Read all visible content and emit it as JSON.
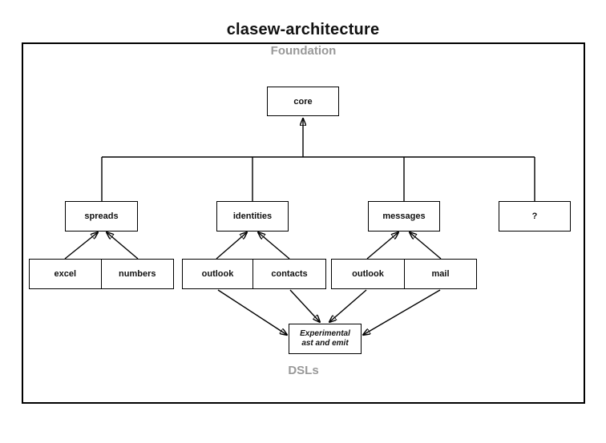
{
  "title": "clasew-architecture",
  "colors": {
    "border": "#000000",
    "zone_label": "#999999",
    "background": "#ffffff"
  },
  "diagram": {
    "foundation_label": "Foundation",
    "dsls_label": "DSLs",
    "nodes": {
      "core": {
        "label": "core"
      },
      "spreads": {
        "label": "spreads"
      },
      "identities": {
        "label": "identities"
      },
      "messages": {
        "label": "messages"
      },
      "unknown": {
        "label": "?"
      },
      "excel": {
        "label": "excel"
      },
      "numbers": {
        "label": "numbers"
      },
      "outlook_identities": {
        "label": "outlook"
      },
      "contacts": {
        "label": "contacts"
      },
      "outlook_messages": {
        "label": "outlook"
      },
      "mail": {
        "label": "mail"
      },
      "experimental": {
        "line1": "Experimental",
        "line2": "ast and emit"
      }
    },
    "edges": [
      {
        "from": "spreads",
        "to": "core",
        "arrow": true
      },
      {
        "from": "identities",
        "to": "core",
        "arrow": true
      },
      {
        "from": "messages",
        "to": "core",
        "arrow": true
      },
      {
        "from": "?",
        "to": "core",
        "arrow": true
      },
      {
        "from": "excel",
        "to": "spreads",
        "arrow": true
      },
      {
        "from": "numbers",
        "to": "spreads",
        "arrow": true
      },
      {
        "from": "outlook (identities)",
        "to": "identities",
        "arrow": true
      },
      {
        "from": "contacts",
        "to": "identities",
        "arrow": true
      },
      {
        "from": "outlook (messages)",
        "to": "messages",
        "arrow": true
      },
      {
        "from": "mail",
        "to": "messages",
        "arrow": true
      },
      {
        "from": "outlook (identities)",
        "to": "Experimental ast and emit",
        "arrow": true
      },
      {
        "from": "contacts",
        "to": "Experimental ast and emit",
        "arrow": true
      },
      {
        "from": "outlook (messages)",
        "to": "Experimental ast and emit",
        "arrow": true
      },
      {
        "from": "mail",
        "to": "Experimental ast and emit",
        "arrow": true
      }
    ]
  }
}
